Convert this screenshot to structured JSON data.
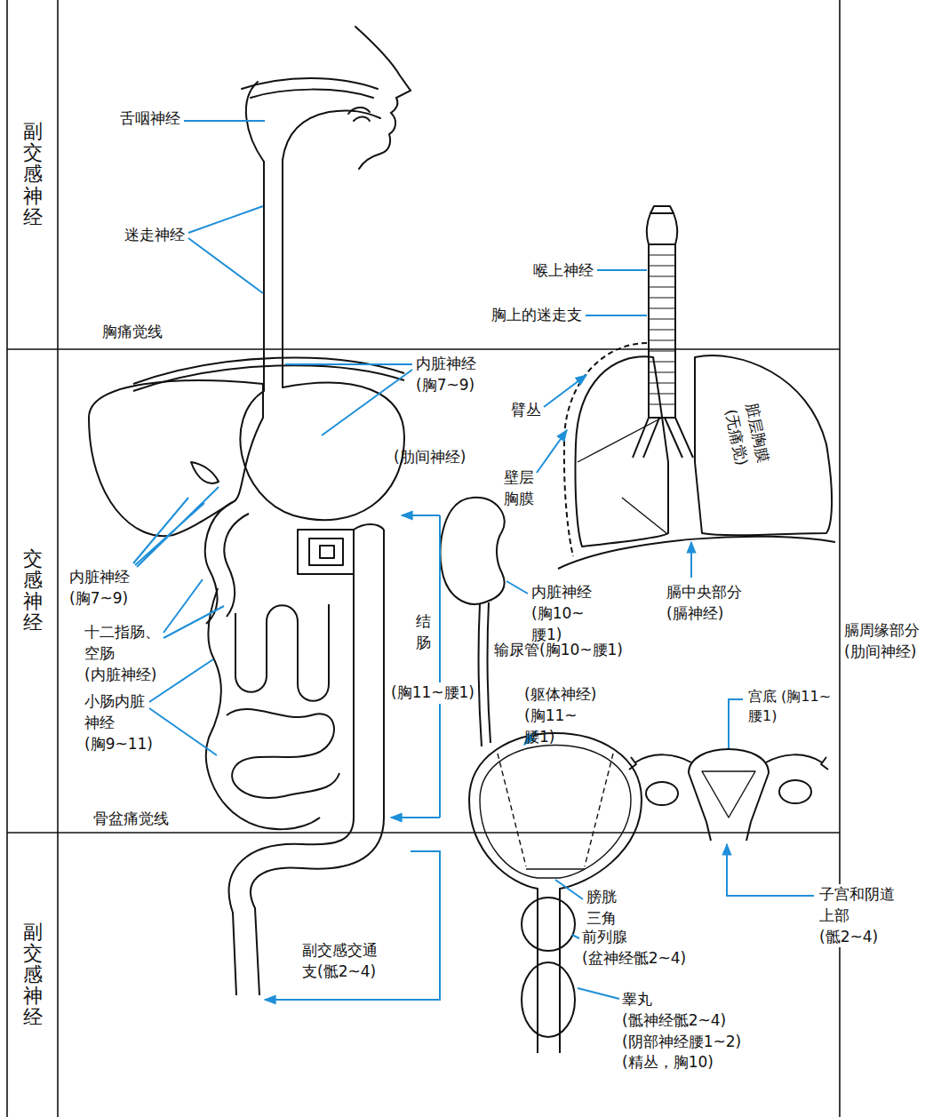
{
  "diagram": {
    "nodes": [
      {
        "text": [
          "副交感神经"
        ]
      },
      {
        "text": [
          "交感神经"
        ]
      },
      {
        "text": [
          "副交感神经"
        ]
      }
    ],
    "labels": [
      "舌咽神经",
      "迷走神经",
      "喉上神经",
      "胸上的迷走支",
      "胸痛觉线",
      "内脏神经 (胸7~9)",
      "臂丛",
      "(肋间神经)",
      "壁层 胸膜",
      "脏层胸膜 (无痛觉)",
      "内脏神经 (胸7~9)",
      "十二指肠、 空肠 (内脏神经)",
      "小肠内脏 神经 (胸9~11)",
      "结 肠",
      "(胸11~腰1)",
      "内脏神经 (胸10~腰1)",
      "膈中央部分 (膈神经)",
      "膈周缘部分 (肋间神经)",
      "输尿管(胸10~腰1)",
      "(躯体神经) (胸11~腰1)",
      "宫底 (胸11~ 腰1)",
      "骨盆痛觉线",
      "膀胱 三角",
      "前列腺 (盆神经骶2~4)",
      "子宫和阴道 上部(骶2~4)",
      "副交感交通 支(骶2~4)",
      "睾丸 (骶神经骶2~4) (阴部神经腰1~2) (精丛，胸10)"
    ]
  }
}
